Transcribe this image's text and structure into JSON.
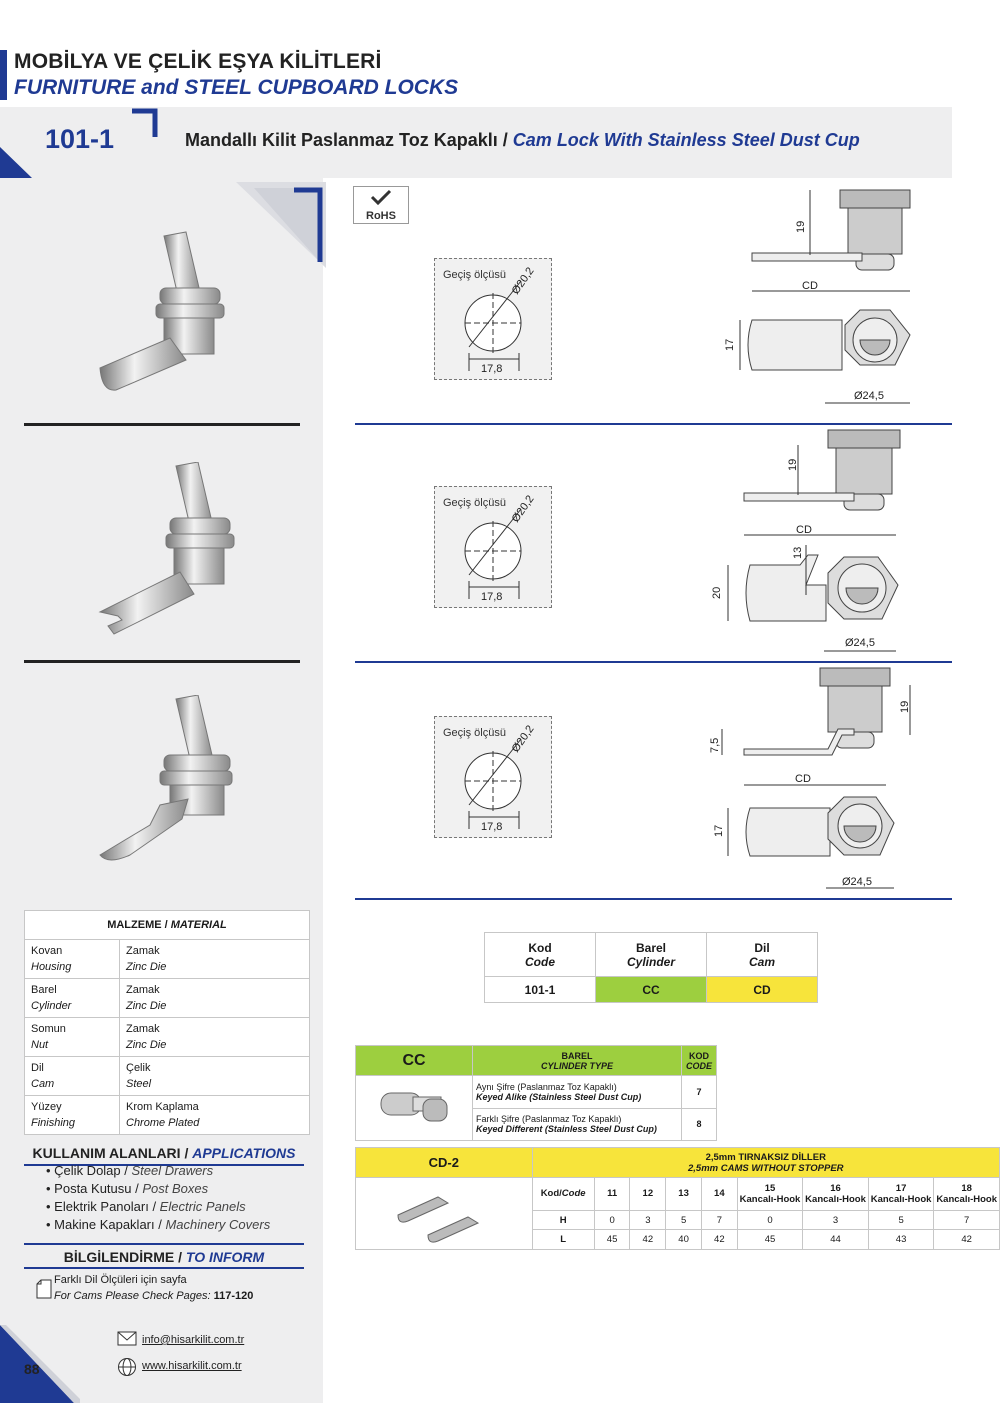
{
  "header": {
    "title_tr": "MOBİLYA VE ÇELİK EŞYA KİLİTLERİ",
    "title_en": "FURNITURE and STEEL CUPBOARD LOCKS",
    "product_code": "101-1",
    "product_title_tr": "Mandallı Kilit Paslanmaz Toz Kapaklı",
    "product_title_sep": "/",
    "product_title_en": "Cam Lock With Stainless Steel Dust Cup"
  },
  "badge": {
    "rohs": "RoHS"
  },
  "drawings": {
    "pass_label": "Geçiş ölçüsü",
    "pass_diameter": "Ø20,2",
    "pass_width": "17,8",
    "views": [
      {
        "height": "19",
        "cd": "CD",
        "cam_height": "17",
        "diameter": "Ø24,5"
      },
      {
        "height": "19",
        "cd": "CD",
        "hook": "13",
        "cam_height": "20",
        "diameter": "Ø24,5"
      },
      {
        "height": "19",
        "offset": "7,5",
        "cd": "CD",
        "cam_height": "17",
        "diameter": "Ø24,5"
      }
    ]
  },
  "material": {
    "header_tr": "MALZEME",
    "header_en": "MATERIAL",
    "rows": [
      {
        "part_tr": "Kovan",
        "part_en": "Housing",
        "mat_tr": "Zamak",
        "mat_en": "Zinc Die"
      },
      {
        "part_tr": "Barel",
        "part_en": "Cylinder",
        "mat_tr": "Zamak",
        "mat_en": "Zinc Die"
      },
      {
        "part_tr": "Somun",
        "part_en": "Nut",
        "mat_tr": "Zamak",
        "mat_en": "Zinc Die"
      },
      {
        "part_tr": "Dil",
        "part_en": "Cam",
        "mat_tr": "Çelik",
        "mat_en": "Steel"
      },
      {
        "part_tr": "Yüzey",
        "part_en": "Finishing",
        "mat_tr": "Krom Kaplama",
        "mat_en": "Chrome Plated"
      }
    ]
  },
  "applications": {
    "title_tr": "KULLANIM ALANLARI",
    "title_en": "APPLICATIONS",
    "items": [
      {
        "tr": "Çelik Dolap",
        "en": "Steel Drawers"
      },
      {
        "tr": "Posta Kutusu",
        "en": "Post Boxes"
      },
      {
        "tr": "Elektrik Panoları",
        "en": "Electric Panels"
      },
      {
        "tr": "Makine Kapakları",
        "en": "Machinery Covers"
      }
    ]
  },
  "inform": {
    "title_tr": "BİLGİLENDİRME",
    "title_en": "TO INFORM",
    "line_tr": "Farklı Dil Ölçüleri için sayfa",
    "line_en": "For Cams Please Check Pages:",
    "pages": "117-120"
  },
  "code_table": {
    "headers": [
      {
        "tr": "Kod",
        "en": "Code"
      },
      {
        "tr": "Barel",
        "en": "Cylinder"
      },
      {
        "tr": "Dil",
        "en": "Cam"
      }
    ],
    "values": [
      "101-1",
      "CC",
      "CD"
    ]
  },
  "cc_table": {
    "label": "CC",
    "col_tr": "BAREL",
    "col_en": "CYLINDER TYPE",
    "code_tr": "KOD",
    "code_en": "CODE",
    "rows": [
      {
        "tr": "Aynı Şifre (Paslanmaz Toz Kapaklı)",
        "en": "Keyed Alike (Stainless Steel Dust Cup)",
        "code": "7"
      },
      {
        "tr": "Farklı Şifre (Paslanmaz Toz Kapaklı)",
        "en": "Keyed Different (Stainless Steel Dust Cup)",
        "code": "8"
      }
    ]
  },
  "cd_table": {
    "label": "CD-2",
    "title_tr": "2,5mm TIRNAKSIZ DİLLER",
    "title_en": "2,5mm CAMS WITHOUT STOPPER",
    "kod_label": "Kod/",
    "code_label": "Code",
    "columns": [
      {
        "num": "11",
        "sub": ""
      },
      {
        "num": "12",
        "sub": ""
      },
      {
        "num": "13",
        "sub": ""
      },
      {
        "num": "14",
        "sub": ""
      },
      {
        "num": "15",
        "sub": "Kancalı-Hook"
      },
      {
        "num": "16",
        "sub": "Kancalı-Hook"
      },
      {
        "num": "17",
        "sub": "Kancalı-Hook"
      },
      {
        "num": "18",
        "sub": "Kancalı-Hook"
      }
    ],
    "rows": [
      {
        "label": "H",
        "values": [
          "0",
          "3",
          "5",
          "7",
          "0",
          "3",
          "5",
          "7"
        ]
      },
      {
        "label": "L",
        "values": [
          "45",
          "42",
          "40",
          "42",
          "45",
          "44",
          "43",
          "42"
        ]
      }
    ]
  },
  "footer": {
    "page_number": "88",
    "email": "info@hisarkilit.com.tr",
    "website": "www.hisarkilit.com.tr"
  },
  "colors": {
    "brand": "#1f3a93",
    "green": "#9dcf3f",
    "yellow": "#f7e43b"
  }
}
